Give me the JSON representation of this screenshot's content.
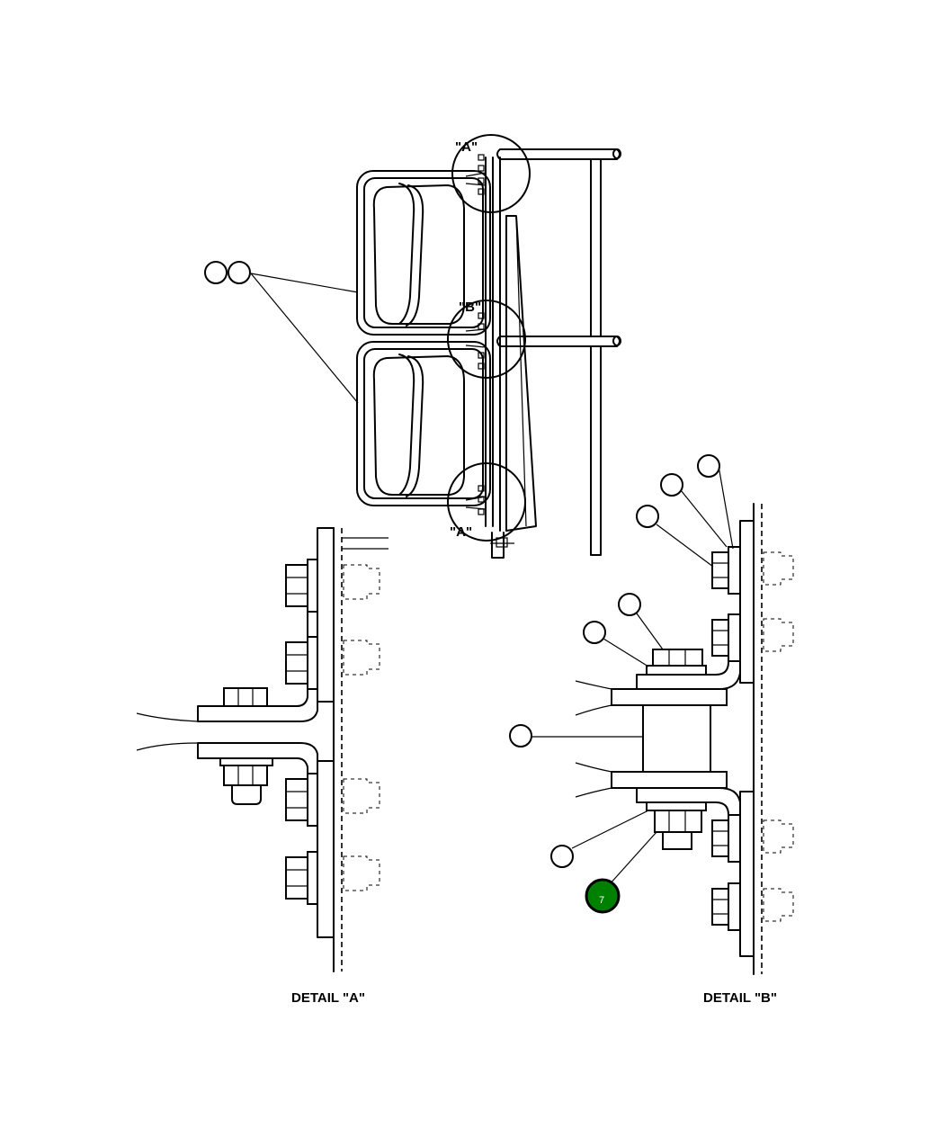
{
  "detail_markers": {
    "a_top": "\"A\"",
    "b": "\"B\"",
    "a_bottom": "\"A\""
  },
  "captions": {
    "detail_a": "DETAIL \"A\"",
    "detail_b": "DETAIL \"B\""
  },
  "callouts": {
    "highlighted_number": "7",
    "highlight_color": "#008000"
  }
}
